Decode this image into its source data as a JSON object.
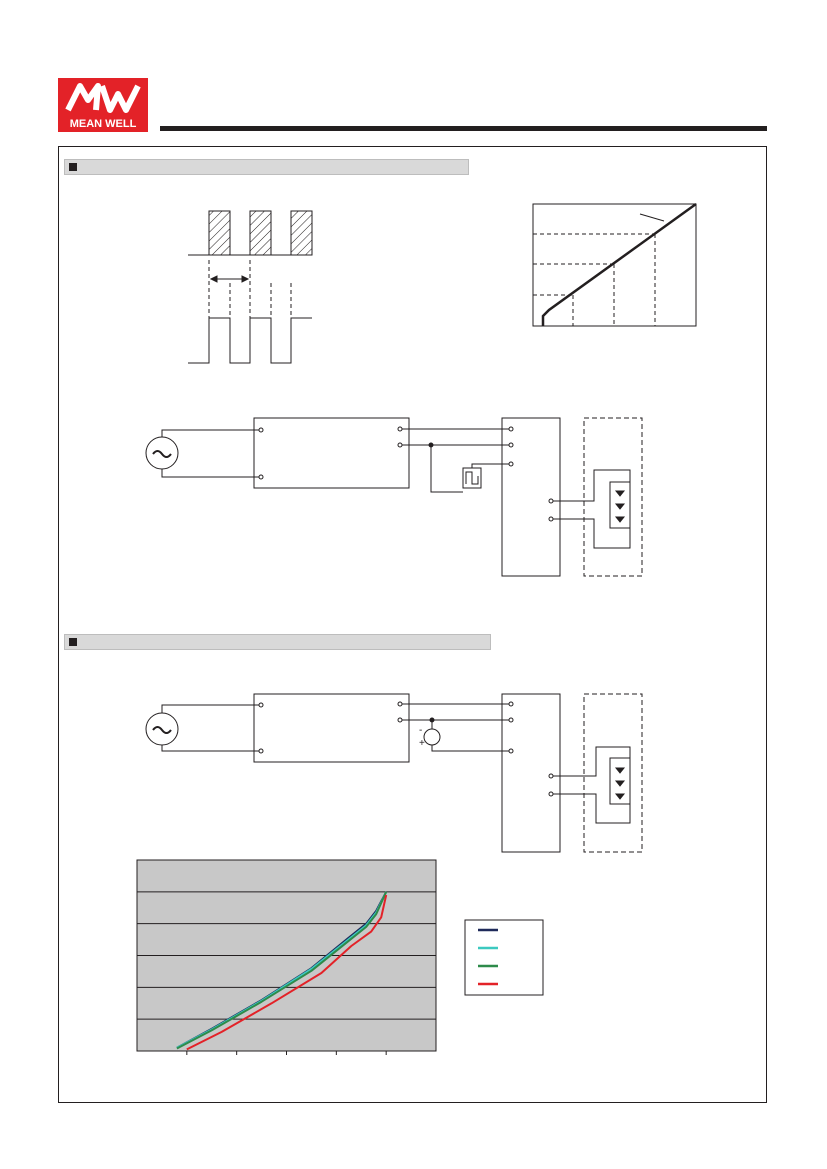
{
  "brand": {
    "logo_text": "MEAN WELL",
    "color": "#e32228"
  },
  "sections": [
    {
      "label": ""
    },
    {
      "label": ""
    }
  ],
  "colors": {
    "ink": "#231f20",
    "grey": "#c8c8c8"
  },
  "chart_data": {
    "type": "line",
    "series": [
      {
        "color": "#1f2a5a",
        "x": [
          0.8,
          1.5,
          2.5,
          3.5,
          4.2,
          4.6,
          4.8,
          5.0
        ],
        "y": [
          0.1,
          0.7,
          1.6,
          2.6,
          3.5,
          4.0,
          4.4,
          5.0
        ]
      },
      {
        "color": "#3cc9c0",
        "x": [
          0.8,
          1.5,
          2.5,
          3.5,
          4.2,
          4.6,
          4.8,
          5.0
        ],
        "y": [
          0.1,
          0.68,
          1.58,
          2.58,
          3.45,
          3.95,
          4.35,
          5.0
        ]
      },
      {
        "color": "#2e8b4a",
        "x": [
          0.8,
          1.5,
          2.5,
          3.5,
          4.2,
          4.6,
          4.8,
          5.0
        ],
        "y": [
          0.08,
          0.65,
          1.55,
          2.52,
          3.4,
          3.9,
          4.3,
          5.0
        ]
      },
      {
        "color": "#e32228",
        "x": [
          1.0,
          1.7,
          2.7,
          3.7,
          4.3,
          4.7,
          4.9,
          5.0
        ],
        "y": [
          0.05,
          0.6,
          1.5,
          2.45,
          3.3,
          3.75,
          4.2,
          4.9
        ]
      }
    ],
    "xlim": [
      0,
      6
    ],
    "ylim": [
      0,
      6
    ],
    "grid": true,
    "legend": "right"
  }
}
